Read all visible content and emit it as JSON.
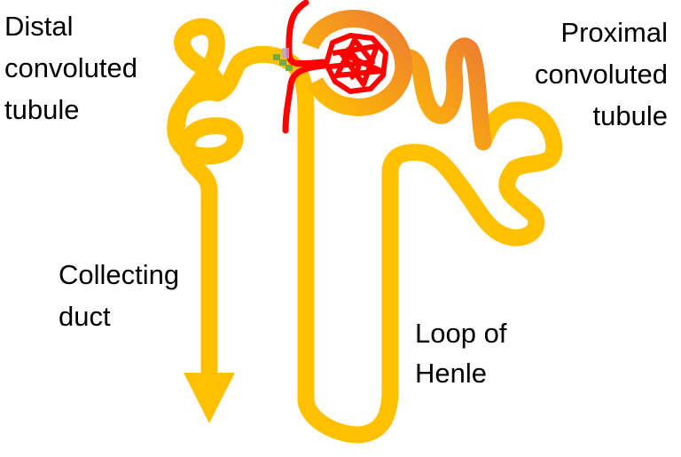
{
  "labels": {
    "distal": [
      "Distal",
      "convoluted",
      "tubule"
    ],
    "proximal": [
      "Proximal",
      "convoluted",
      "tubule"
    ],
    "collecting": [
      "Collecting",
      "duct"
    ],
    "loop": [
      "Loop of",
      "Henle"
    ]
  },
  "colors": {
    "tubule": "#FFC000",
    "proximal_orange": "#ED7D31",
    "vessel": "#FF0000",
    "juxtaglomerular": "#70AD47",
    "macula": "#B4A7D6"
  }
}
